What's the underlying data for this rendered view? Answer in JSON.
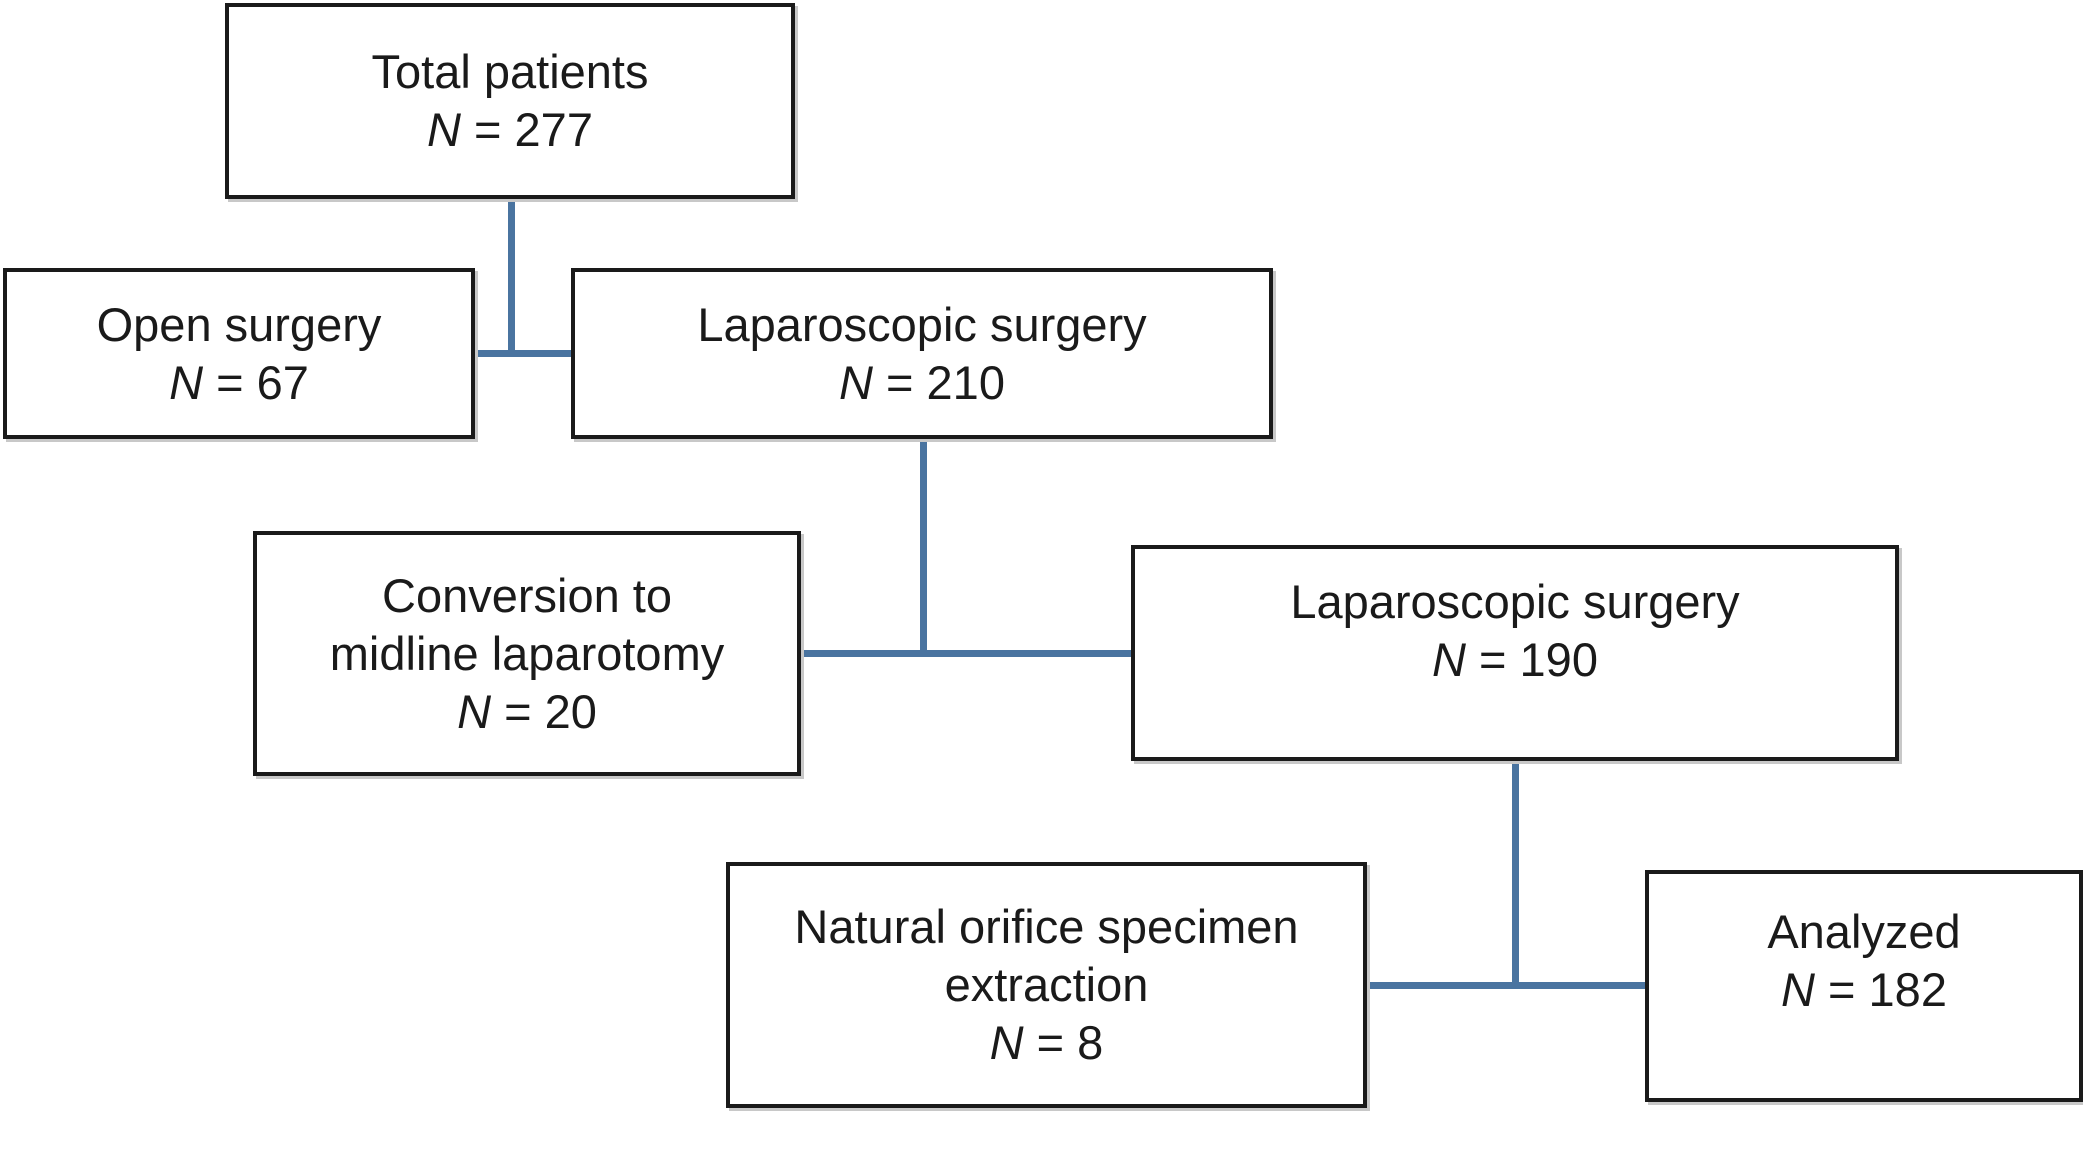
{
  "colors": {
    "connector": "#4a74a0",
    "box_border": "#1a1a1a",
    "box_shadow": "#c8c8c8",
    "text": "#1a1a1a"
  },
  "n_symbol": "N",
  "boxes": {
    "total": {
      "lines": [
        "Total patients"
      ],
      "n_value": "= 277"
    },
    "open": {
      "lines": [
        "Open surgery"
      ],
      "n_value": "= 67"
    },
    "lap210": {
      "lines": [
        "Laparoscopic surgery"
      ],
      "n_value": "= 210"
    },
    "conversion": {
      "lines": [
        "Conversion to",
        "midline laparotomy"
      ],
      "n_value": "= 20"
    },
    "lap190": {
      "lines": [
        "Laparoscopic surgery"
      ],
      "n_value": "= 190"
    },
    "nose": {
      "lines": [
        "Natural orifice specimen",
        "extraction"
      ],
      "n_value": "= 8"
    },
    "analyzed": {
      "lines": [
        "Analyzed"
      ],
      "n_value": "= 182"
    }
  }
}
